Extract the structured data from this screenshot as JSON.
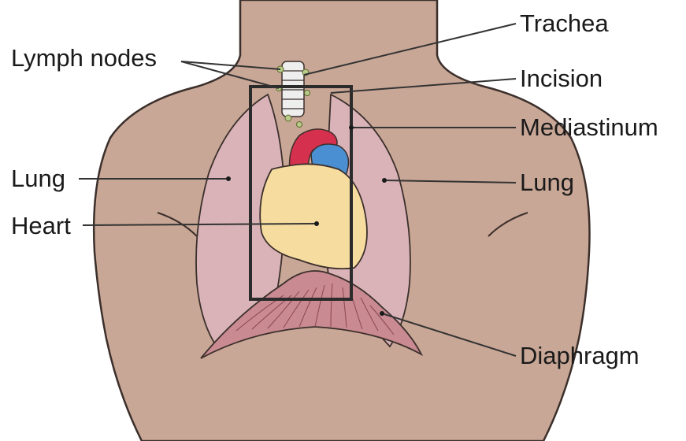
{
  "labels": {
    "lymph_nodes": "Lymph nodes",
    "trachea": "Trachea",
    "incision": "Incision",
    "mediastinum": "Mediastinum",
    "lung_left": "Lung",
    "lung_right": "Lung",
    "heart": "Heart",
    "diaphragm": "Diaphragm"
  },
  "colors": {
    "skin": "#c9a796",
    "skin_outline": "#3b2f2b",
    "lung": "#d9b3b8",
    "heart": "#f7dca0",
    "aorta": "#d6304f",
    "vein": "#4a8fd1",
    "diaphragm": "#c98a92",
    "leader_line": "#333333"
  }
}
